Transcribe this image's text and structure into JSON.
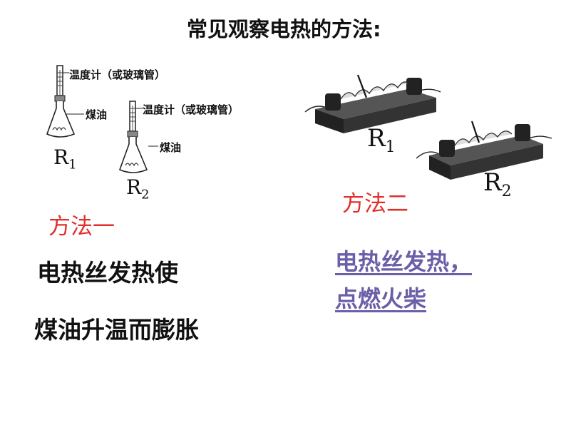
{
  "title": "常见观察电热的方法:",
  "method1": {
    "label": "方法一",
    "setup1": {
      "thermo_label": "温度计（或玻璃管）",
      "oil_label": "煤油",
      "r_letter": "R",
      "r_sub": "1"
    },
    "setup2": {
      "thermo_label": "温度计（或玻璃管）",
      "oil_label": "煤油",
      "r_letter": "R",
      "r_sub": "2"
    },
    "desc_line1": "电热丝发热使",
    "desc_line2": "煤油升温而膨胀"
  },
  "method2": {
    "label": "方法二",
    "resistor1": {
      "r_letter": "R",
      "r_sub": "1"
    },
    "resistor2": {
      "r_letter": "R",
      "r_sub": "2"
    },
    "desc_line1": "电热丝发热，",
    "desc_line2": "点燃火柴"
  }
}
